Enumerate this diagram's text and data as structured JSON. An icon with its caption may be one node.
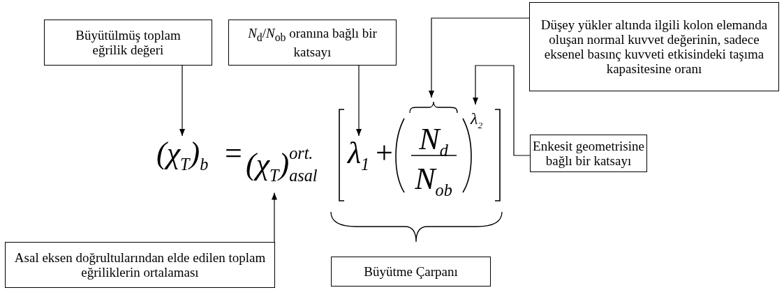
{
  "diagram": {
    "nodes": [
      {
        "text": [
          "Büyütülmüş toplam eğrilik değeri"
        ]
      },
      {
        "text": [
          "*N*$_{d}$/*N*$_{ob}$ oranına bağlı bir katsayı"
        ]
      },
      {
        "text": [
          "Düşey yükler altında ilgili kolon elemanda oluşan normal kuvvet değerinin, sadece eksenel basınç kuvveti etkisindeki taşıma kapasitesine oranı"
        ]
      },
      {
        "text": [
          "Enkesit geometrisine bağlı bir katsayı"
        ]
      },
      {
        "text": [
          "Asal eksen doğrultularından elde edilen toplam eğriliklerin ortalaması"
        ]
      },
      {
        "text": [
          "Büyütme Çarpanı"
        ]
      },
      {
        "text": [
          "(χ$_{T}$)$_{b}$"
        ]
      },
      {
        "text": [
          "(χ$_{T}$)$^{ort.}$$_{asal}$"
        ]
      },
      {
        "text": [
          "λ$_{1}$"
        ]
      },
      {
        "text": [
          "N$_{d}$",
          "N$_{ob}$"
        ]
      },
      {
        "text": [
          "λ$_{2}$"
        ]
      }
    ],
    "edges": [
      {
        "from": 0,
        "to": 6,
        "arrow": "to"
      },
      {
        "from": 1,
        "to": 8,
        "arrow": "to"
      },
      {
        "from": 2,
        "to": 9,
        "arrow": "to"
      },
      {
        "from": 3,
        "to": 10,
        "arrow": "to"
      },
      {
        "from": 4,
        "to": 7,
        "arrow": "to"
      }
    ],
    "labels": [
      "=",
      "+"
    ]
  }
}
